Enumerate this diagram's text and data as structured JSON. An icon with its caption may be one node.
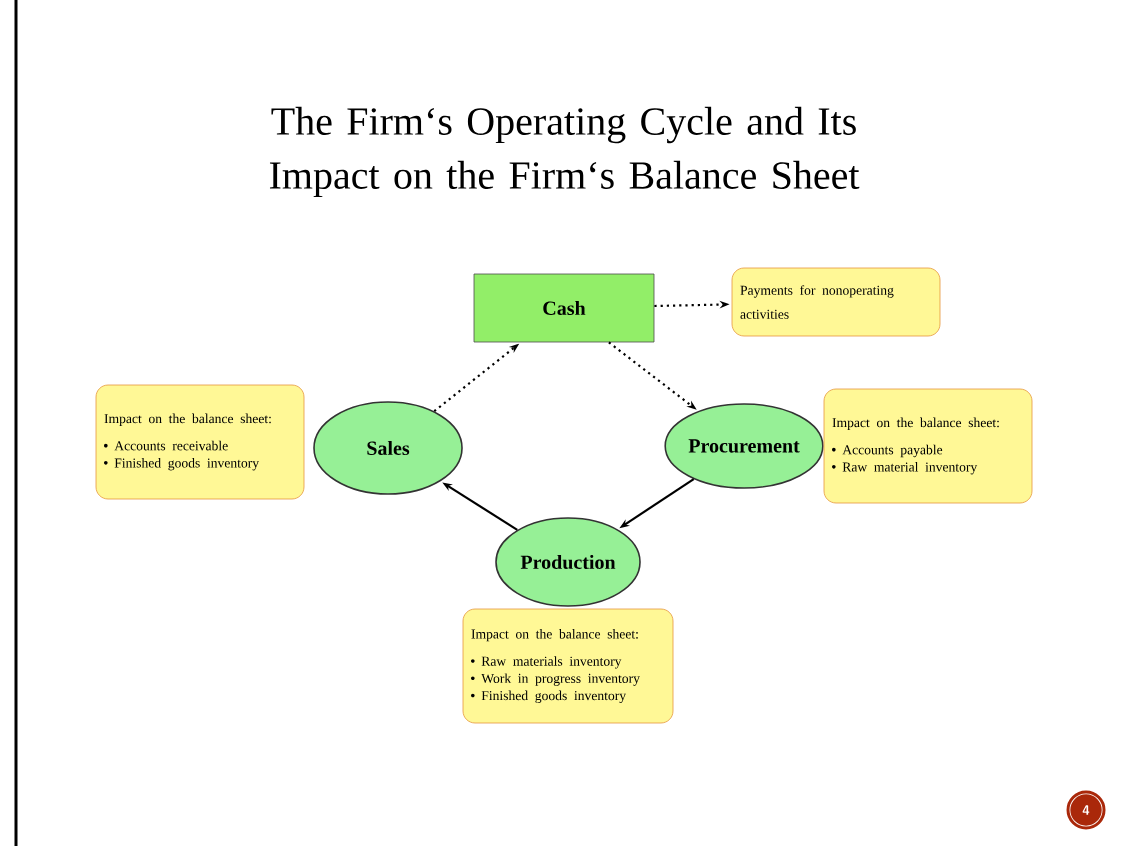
{
  "diagram": {
    "title": "The Firm‘s Operating Cycle and Its Impact on the Firm‘s Balance Sheet",
    "nodes": [
      {
        "text": [
          "Cash"
        ]
      },
      {
        "text": [
          "Payments for nonoperating activities"
        ]
      },
      {
        "text": [
          "Sales"
        ]
      },
      {
        "text": [
          "Procurement"
        ]
      },
      {
        "text": [
          "Production"
        ]
      },
      {
        "text": [
          "Impact on the balance sheet:",
          "Accounts receivable",
          "Finished goods inventory"
        ]
      },
      {
        "text": [
          "Impact on the balance sheet:",
          "Accounts payable",
          "Raw material inventory"
        ]
      },
      {
        "text": [
          "Impact on the balance sheet:",
          "Raw materials inventory",
          "Work in progress inventory",
          "Finished goods inventory"
        ]
      }
    ],
    "edges": [
      {
        "from": 0,
        "to": 1,
        "arrow": "to",
        "style": "dashed"
      },
      {
        "from": 0,
        "to": 3,
        "arrow": "to",
        "style": "dashed"
      },
      {
        "from": 3,
        "to": 4,
        "arrow": "to"
      },
      {
        "from": 4,
        "to": 2,
        "arrow": "to"
      },
      {
        "from": 2,
        "to": 0,
        "arrow": "to",
        "style": "dashed"
      }
    ],
    "labels": [
      "4"
    ]
  }
}
